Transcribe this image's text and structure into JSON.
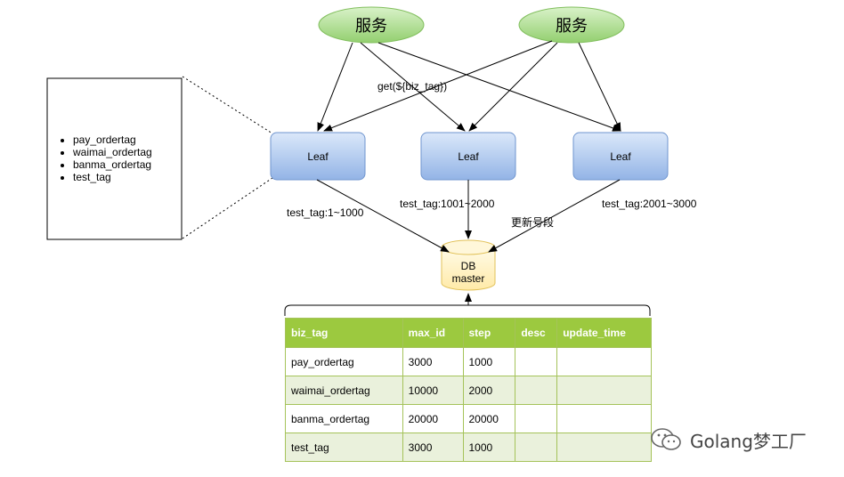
{
  "services": [
    {
      "label": "服务"
    },
    {
      "label": "服务"
    }
  ],
  "request_label": "get(${biz_tag})",
  "leaves": [
    {
      "label": "Leaf"
    },
    {
      "label": "Leaf"
    },
    {
      "label": "Leaf"
    }
  ],
  "ranges": [
    {
      "label": "test_tag:1~1000"
    },
    {
      "label": "test_tag:1001~2000"
    },
    {
      "label": "test_tag:2001~3000"
    }
  ],
  "update_label": "更新号段",
  "db": {
    "line1": "DB",
    "line2": "master"
  },
  "tag_list": [
    "pay_ordertag",
    "waimai_ordertag",
    "banma_ordertag",
    "test_tag"
  ],
  "table": {
    "headers": [
      "biz_tag",
      "max_id",
      "step",
      "desc",
      "update_time"
    ],
    "rows": [
      [
        "pay_ordertag",
        "3000",
        "1000",
        "",
        ""
      ],
      [
        "waimai_ordertag",
        "10000",
        "2000",
        "",
        ""
      ],
      [
        "banma_ordertag",
        "20000",
        "20000",
        "",
        ""
      ],
      [
        "test_tag",
        "3000",
        "1000",
        "",
        ""
      ]
    ]
  },
  "watermark": {
    "text": "Golang梦工厂",
    "icon": "wechat-icon"
  },
  "colors": {
    "service_fill": "#a7d98a",
    "leaf_fill": "#a9c4ea",
    "db_fill": "#fff2c6",
    "table_header": "#9cc93f",
    "table_alt_row": "#eaf1dc"
  }
}
